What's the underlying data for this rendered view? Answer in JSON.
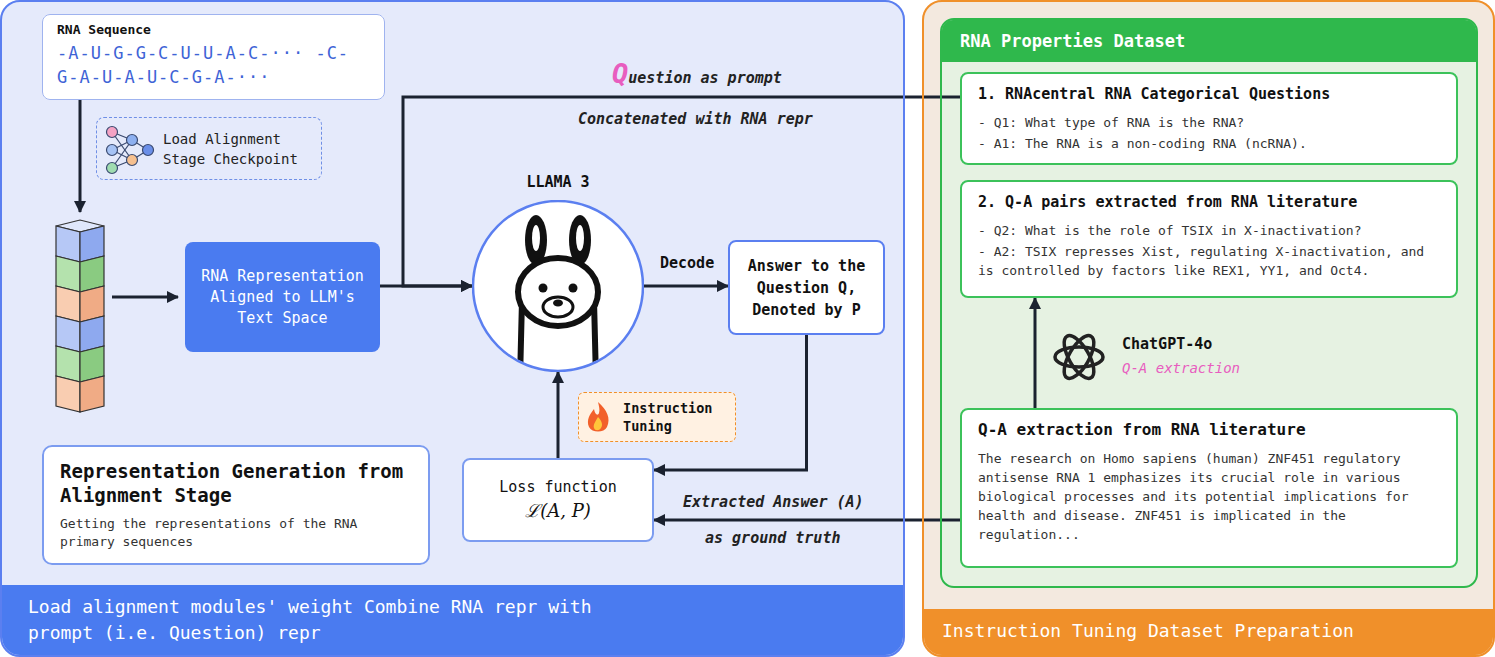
{
  "diagram": {
    "nodes": [
      {
        "text": [
          "Load alignment modules' weight Combine RNA repr with prompt (i.e. Question) repr"
        ]
      },
      {
        "text": [
          "RNA Sequence",
          "-A-U-G-G-C-U-U-A-C-··· -C-G-A-U-A-U-C-G-A-···"
        ],
        "in": 0
      },
      {
        "text": [
          "Load Alignment Stage Checkpoint"
        ],
        "in": 0
      },
      {
        "text": [
          "RNA Representation Aligned to LLM's Text Space"
        ],
        "in": 0
      },
      {
        "text": [
          "LLAMA 3"
        ],
        "in": 0
      },
      {
        "text": [
          "Answer to the Question Q, Denoted by P"
        ],
        "in": 0
      },
      {
        "text": [
          "Instruction Tuning"
        ],
        "in": 0
      },
      {
        "text": [
          "Loss function",
          "ℒ(A, P)"
        ],
        "in": 0
      },
      {
        "text": [
          "Representation Generation from Alignment Stage",
          "Getting the representations of the RNA primary sequences"
        ],
        "in": 0
      },
      {
        "text": [
          "Instruction Tuning Dataset Preparation"
        ]
      },
      {
        "text": [
          "RNA Properties Dataset"
        ],
        "in": 9
      },
      {
        "text": [
          "1. RNAcentral RNA Categorical Questions",
          "- Q1: What type of RNA is the RNA?",
          "- A1: The RNA is a non-coding RNA (ncRNA)."
        ],
        "in": 10
      },
      {
        "text": [
          "2. Q-A pairs extracted from RNA literature",
          "- Q2: What is the role of TSIX in X-inactivation?",
          "- A2: TSIX represses Xist, regulating X-inactivation, and is controlled by factors like REX1, YY1, and Oct4."
        ],
        "in": 10
      },
      {
        "text": [
          "Q-A extraction from RNA literature",
          "The research on Homo sapiens (human) ZNF451 regulatory antisense RNA 1 emphasizes its crucial role in various biological processes and its potential implications for health and disease. ZNF451 is implicated in the regulation..."
        ],
        "in": 9
      }
    ],
    "edges": [
      {
        "from": 3,
        "to": 4,
        "arrow": "to"
      },
      {
        "from": 11,
        "to": 4,
        "arrow": "to"
      },
      {
        "from": 4,
        "to": 5,
        "label": "Decode",
        "arrow": "to"
      },
      {
        "from": 5,
        "to": 7,
        "arrow": "to"
      },
      {
        "from": 7,
        "to": 4,
        "arrow": "to"
      },
      {
        "from": 13,
        "to": 7,
        "label": "Extracted Answer (A)",
        "arrow": "to"
      },
      {
        "from": 13,
        "to": 12,
        "arrow": "to"
      }
    ],
    "labels": [
      "Question as prompt",
      "Concatenated with RNA repr",
      "ChatGPT-4o",
      "Q-A extraction",
      "as ground truth"
    ]
  }
}
